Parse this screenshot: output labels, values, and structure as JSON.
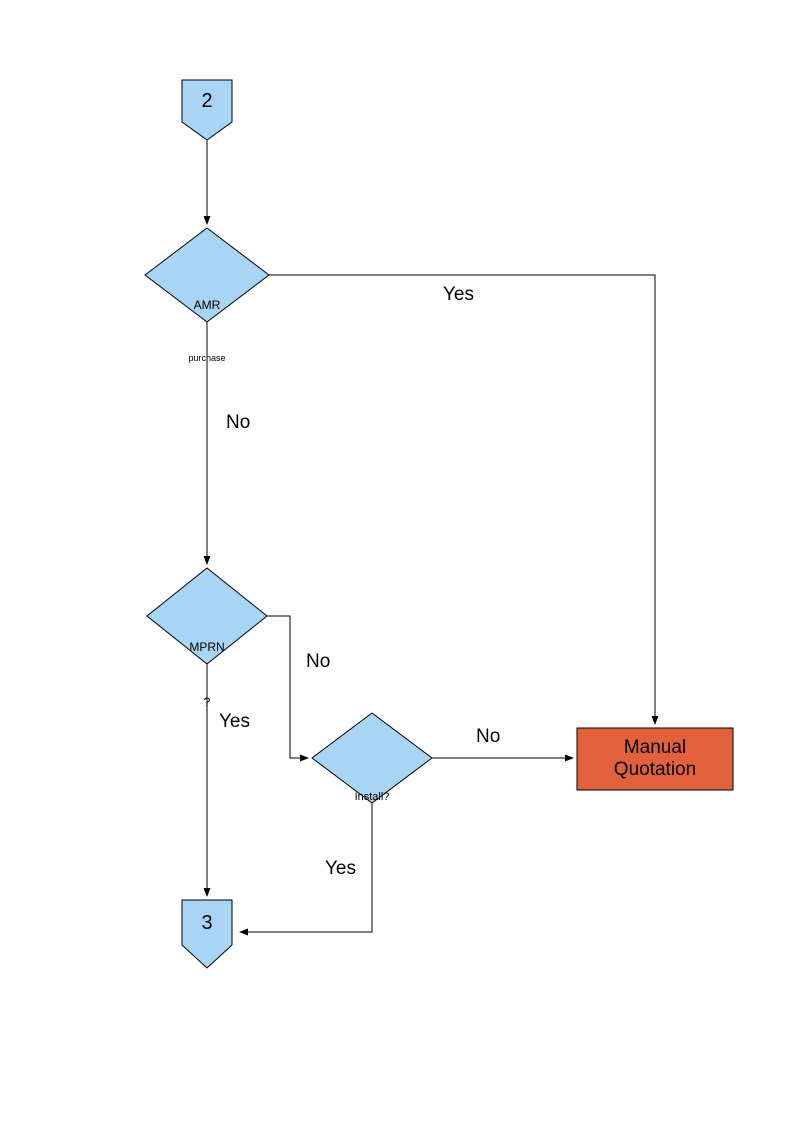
{
  "diagram": {
    "connector_top": {
      "label": "2"
    },
    "decision_amr": {
      "line1": "AMR",
      "line2": "purchase"
    },
    "decision_mprn": {
      "line1": "MPRN",
      "line2": "?"
    },
    "decision_install": {
      "label": "Install?"
    },
    "process_manual": {
      "label": "Manual Quotation"
    },
    "connector_bottom": {
      "label": "3"
    },
    "edge_labels": {
      "amr_yes": "Yes",
      "amr_no": "No",
      "mprn_no": "No",
      "mprn_yes": "Yes",
      "install_no": "No",
      "install_yes": "Yes"
    },
    "colors": {
      "shape_fill": "#A8D4F5",
      "shape_border": "#000000",
      "manual_fill": "#E2613C"
    }
  }
}
